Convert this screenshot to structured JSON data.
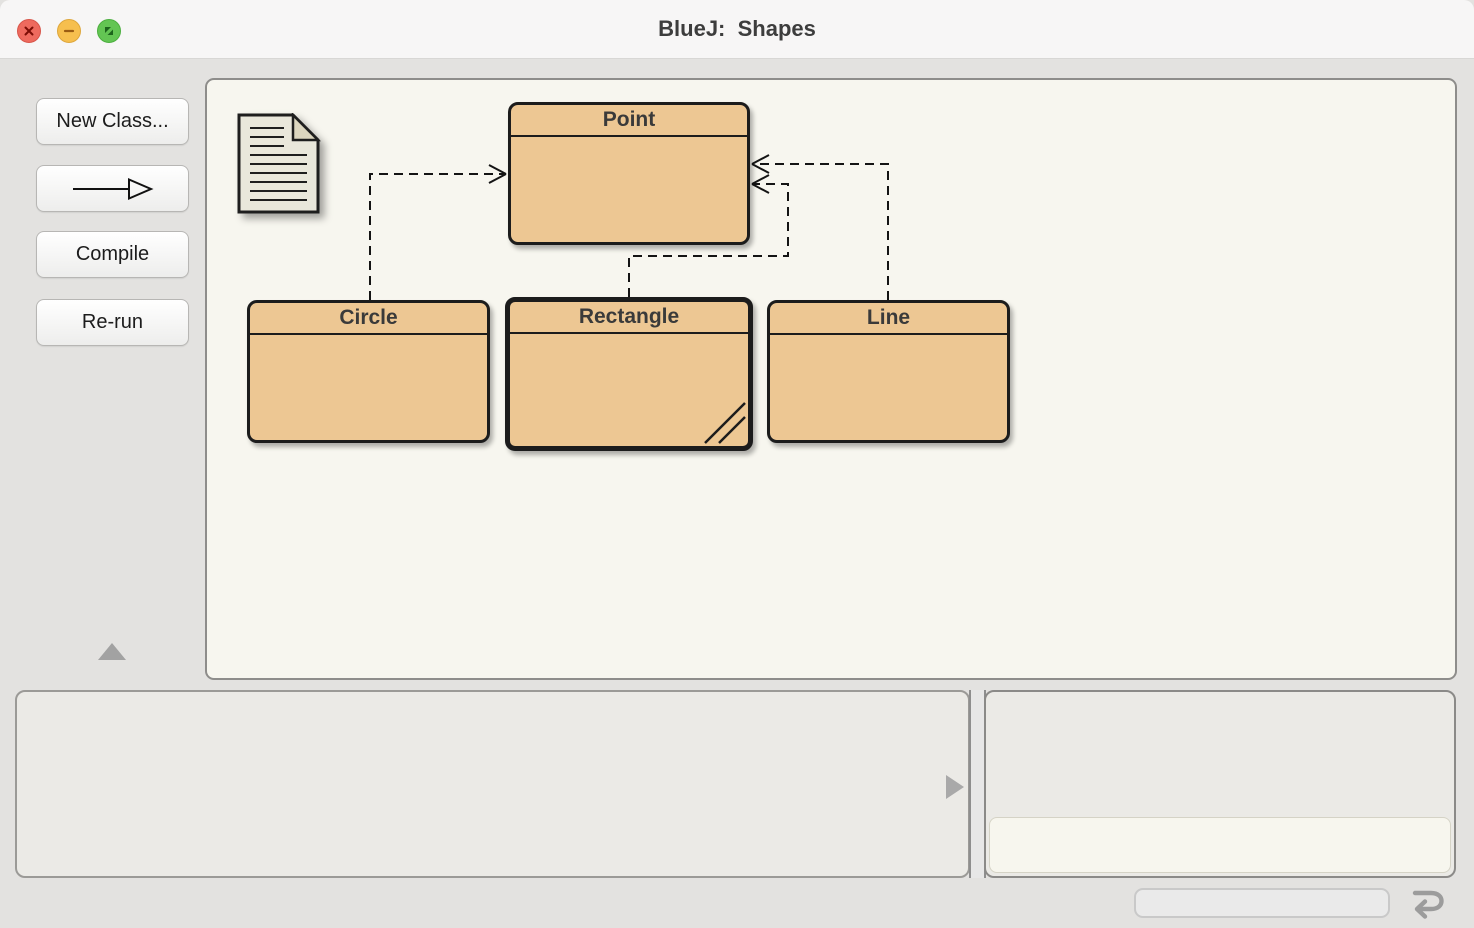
{
  "window": {
    "title": "BlueJ:  Shapes"
  },
  "toolbar": {
    "new_class_label": "New Class...",
    "compile_label": "Compile",
    "rerun_label": "Re-run"
  },
  "diagram": {
    "classes": [
      {
        "name": "Point",
        "selected": false
      },
      {
        "name": "Circle",
        "selected": false
      },
      {
        "name": "Rectangle",
        "selected": true
      },
      {
        "name": "Line",
        "selected": false
      }
    ],
    "dependencies": [
      {
        "from": "Circle",
        "to": "Point",
        "type": "uses",
        "style": "dashed-open-arrow"
      },
      {
        "from": "Rectangle",
        "to": "Point",
        "type": "uses",
        "style": "dashed-open-arrow"
      },
      {
        "from": "Line",
        "to": "Point",
        "type": "uses",
        "style": "dashed-open-arrow"
      }
    ],
    "readme_icon": "readme-document"
  },
  "object_bench": {
    "items": []
  },
  "codepad": {
    "input_value": ""
  },
  "status": {
    "progress_value": ""
  },
  "colors": {
    "class_fill": "#edc793",
    "class_border": "#1c1c1c",
    "canvas_bg": "#f7f6ef",
    "window_bg": "#e3e2e0",
    "panel_bg": "#ebeae6",
    "traffic_red": "#ee6a5e",
    "traffic_yellow": "#f6bf4e",
    "traffic_green": "#63c553"
  }
}
